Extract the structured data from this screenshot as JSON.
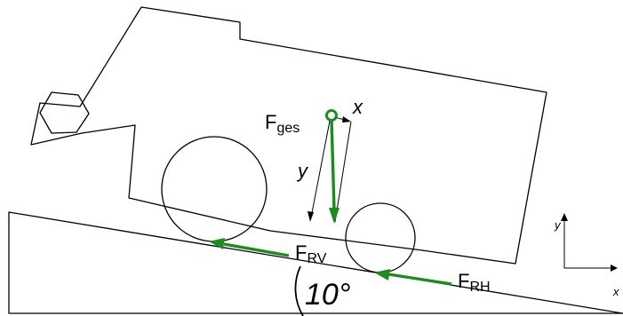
{
  "labels": {
    "f_ges": "F",
    "f_ges_sub": "ges",
    "x_body": "x",
    "y_body": "y",
    "f_rv": "F",
    "f_rv_sub": "RV",
    "f_rh": "F",
    "f_rh_sub": "RH",
    "angle": "10°",
    "axis_x": "x",
    "axis_y": "y"
  },
  "colors": {
    "force": "#1f8a1f",
    "line": "#000000",
    "background": "#ffffff"
  }
}
